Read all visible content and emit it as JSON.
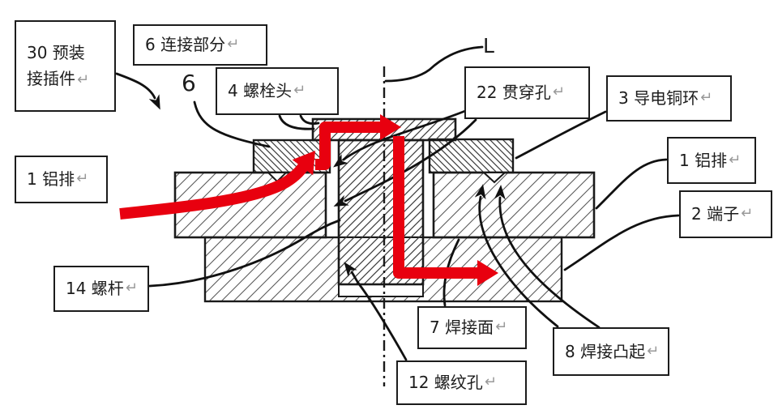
{
  "figure": {
    "title_hint": "bolted busbar joint cross-section diagram",
    "axis_label": "L",
    "ref_marker": "6",
    "return_mark": "↵",
    "colors": {
      "accent_red": "#e8000f",
      "line_black": "#111111"
    },
    "callouts": {
      "pre_insert": {
        "line1": "30 预装",
        "line2": "接插件"
      },
      "connecting_part": {
        "text": "6 连接部分"
      },
      "bolt_head": {
        "text": "4 螺栓头"
      },
      "busbar_left": {
        "text": "1 铝排"
      },
      "screw_rod": {
        "text": "14 螺杆"
      },
      "through_hole": {
        "text": "22 贯穿孔"
      },
      "copper_ring": {
        "text": "3 导电铜环"
      },
      "busbar_right": {
        "text": "1 铝排"
      },
      "terminal": {
        "text": "2 端子"
      },
      "weld_surface": {
        "text": "7 焊接面"
      },
      "weld_protrusion": {
        "text": "8 焊接凸起"
      },
      "threaded_hole": {
        "text": "12 螺纹孔"
      }
    }
  }
}
